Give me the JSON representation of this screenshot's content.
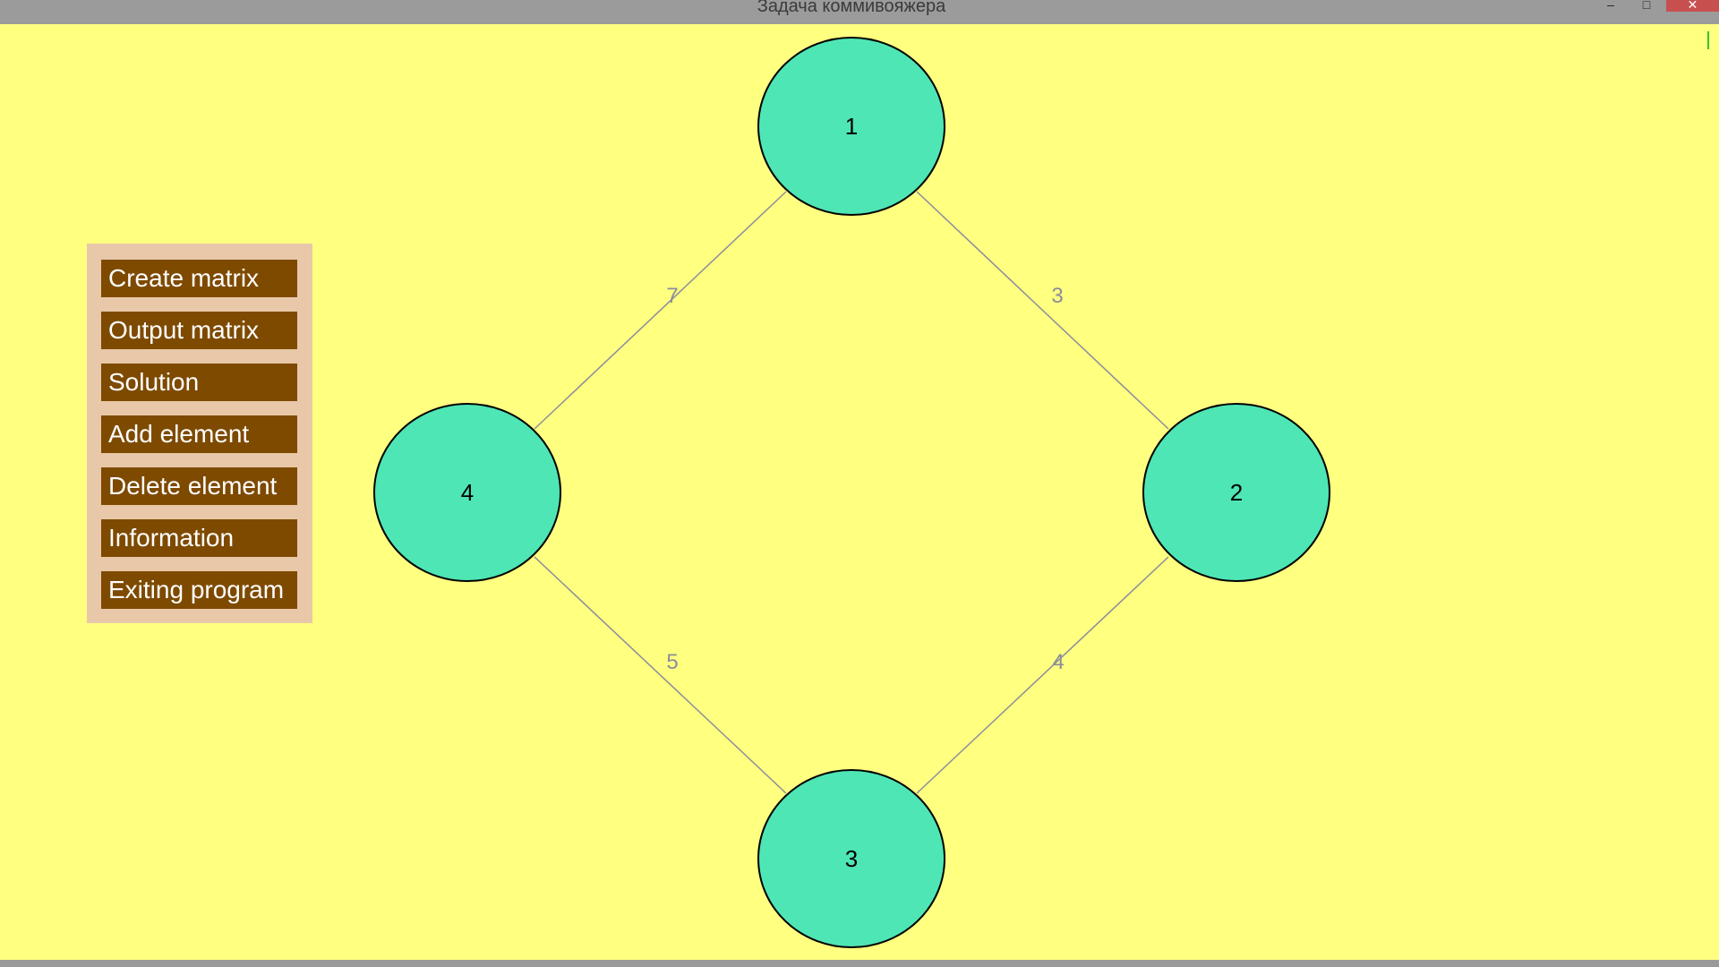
{
  "window": {
    "title": "Задача коммивояжера",
    "minimize_glyph": "–",
    "maximize_glyph": "□",
    "close_glyph": "✕"
  },
  "menu": {
    "items": [
      {
        "label": "Create matrix"
      },
      {
        "label": "Output matrix"
      },
      {
        "label": "Solution"
      },
      {
        "label": "Add element"
      },
      {
        "label": "Delete element"
      },
      {
        "label": "Information"
      },
      {
        "label": "Exiting program"
      }
    ]
  },
  "graph": {
    "nodes": [
      {
        "id": "1",
        "label": "1"
      },
      {
        "id": "2",
        "label": "2"
      },
      {
        "id": "3",
        "label": "3"
      },
      {
        "id": "4",
        "label": "4"
      }
    ],
    "edges": [
      {
        "from": "1",
        "to": "4",
        "weight": "7"
      },
      {
        "from": "1",
        "to": "2",
        "weight": "3"
      },
      {
        "from": "4",
        "to": "3",
        "weight": "5"
      },
      {
        "from": "2",
        "to": "3",
        "weight": "4"
      }
    ]
  },
  "colors": {
    "background": "#ffff80",
    "node_fill": "#4ee6b4",
    "node_stroke": "#000000",
    "edge_stroke": "#8c8c9c",
    "menu_panel": "#e8c8a8",
    "menu_button": "#7e4a00",
    "menu_text": "#ffffff"
  }
}
